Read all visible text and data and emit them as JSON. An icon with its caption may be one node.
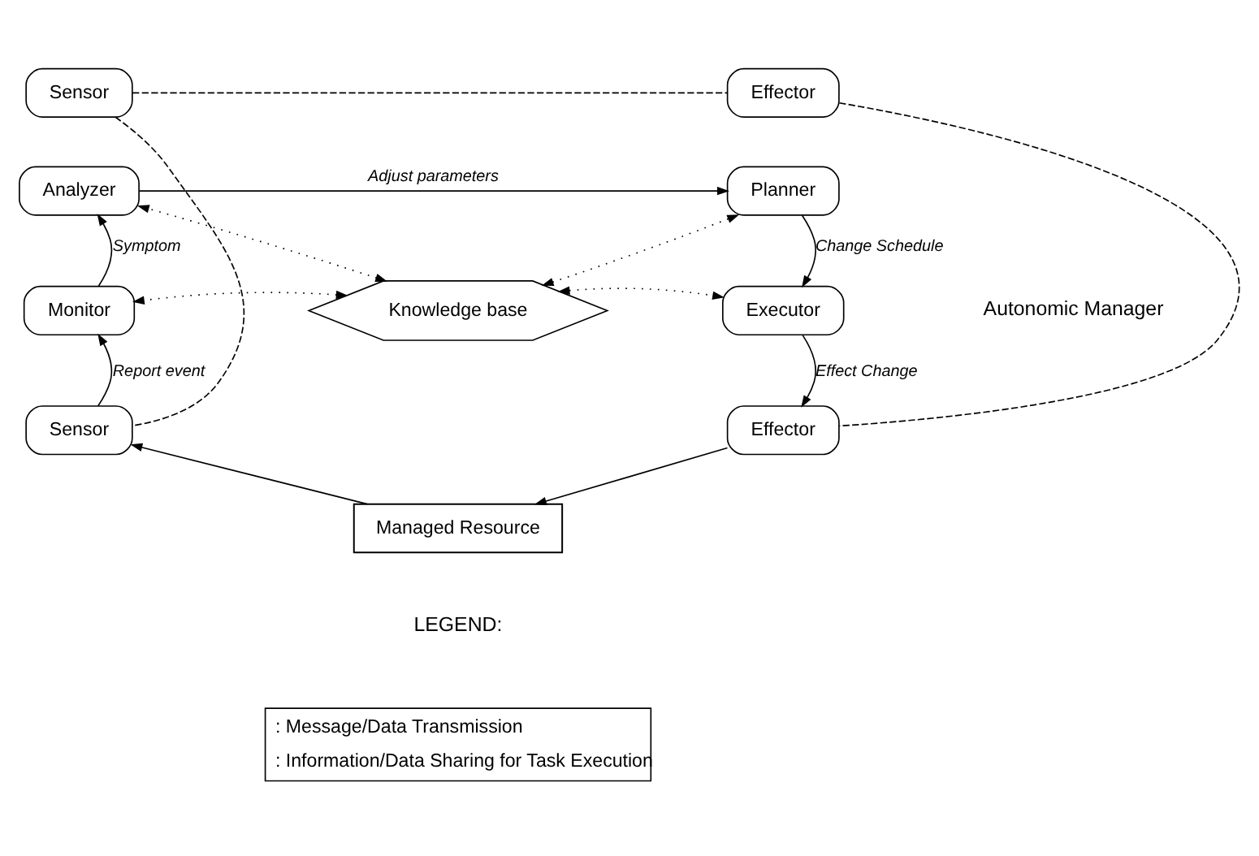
{
  "diagram": {
    "nodes": [
      {
        "text": [
          "Sensor"
        ]
      },
      {
        "text": [
          "Effector"
        ]
      },
      {
        "text": [
          "Analyzer"
        ]
      },
      {
        "text": [
          "Planner"
        ]
      },
      {
        "text": [
          "Monitor"
        ]
      },
      {
        "text": [
          "Knowledge base"
        ]
      },
      {
        "text": [
          "Executor"
        ]
      },
      {
        "text": [
          "Sensor"
        ]
      },
      {
        "text": [
          "Effector"
        ]
      },
      {
        "text": [
          "Managed Resource"
        ]
      }
    ],
    "edges": [
      {
        "from": 0,
        "to": 1,
        "arrow": "none",
        "style": "dashed"
      },
      {
        "from": 2,
        "to": 3,
        "arrow": "to",
        "label": "Adjust parameters"
      },
      {
        "from": 5,
        "to": 2,
        "arrow": "both",
        "style": "dashed"
      },
      {
        "from": 5,
        "to": 3,
        "arrow": "both",
        "style": "dashed"
      },
      {
        "from": 4,
        "to": 2,
        "arrow": "to",
        "label": "Symptom"
      },
      {
        "from": 3,
        "to": 6,
        "arrow": "to",
        "label": "Change Schedule"
      },
      {
        "from": 5,
        "to": 4,
        "arrow": "both",
        "style": "dashed"
      },
      {
        "from": 5,
        "to": 6,
        "arrow": "both",
        "style": "dashed"
      },
      {
        "from": 7,
        "to": 4,
        "arrow": "to",
        "label": "Report event"
      },
      {
        "from": 6,
        "to": 8,
        "arrow": "to",
        "label": "Effect Change"
      },
      {
        "from": 0,
        "to": 7,
        "arrow": "none",
        "style": "dashed"
      },
      {
        "from": 1,
        "to": 8,
        "arrow": "none",
        "style": "dashed"
      },
      {
        "from": 8,
        "to": 9,
        "arrow": "to"
      },
      {
        "from": 9,
        "to": 7,
        "arrow": "to"
      }
    ],
    "labels": [
      "Autonomic Manager",
      "LEGEND:"
    ],
    "legend": [
      {
        "text": ": Message/Data Transmission"
      },
      {
        "text": ": Information/Data Sharing for Task Execution"
      }
    ]
  }
}
